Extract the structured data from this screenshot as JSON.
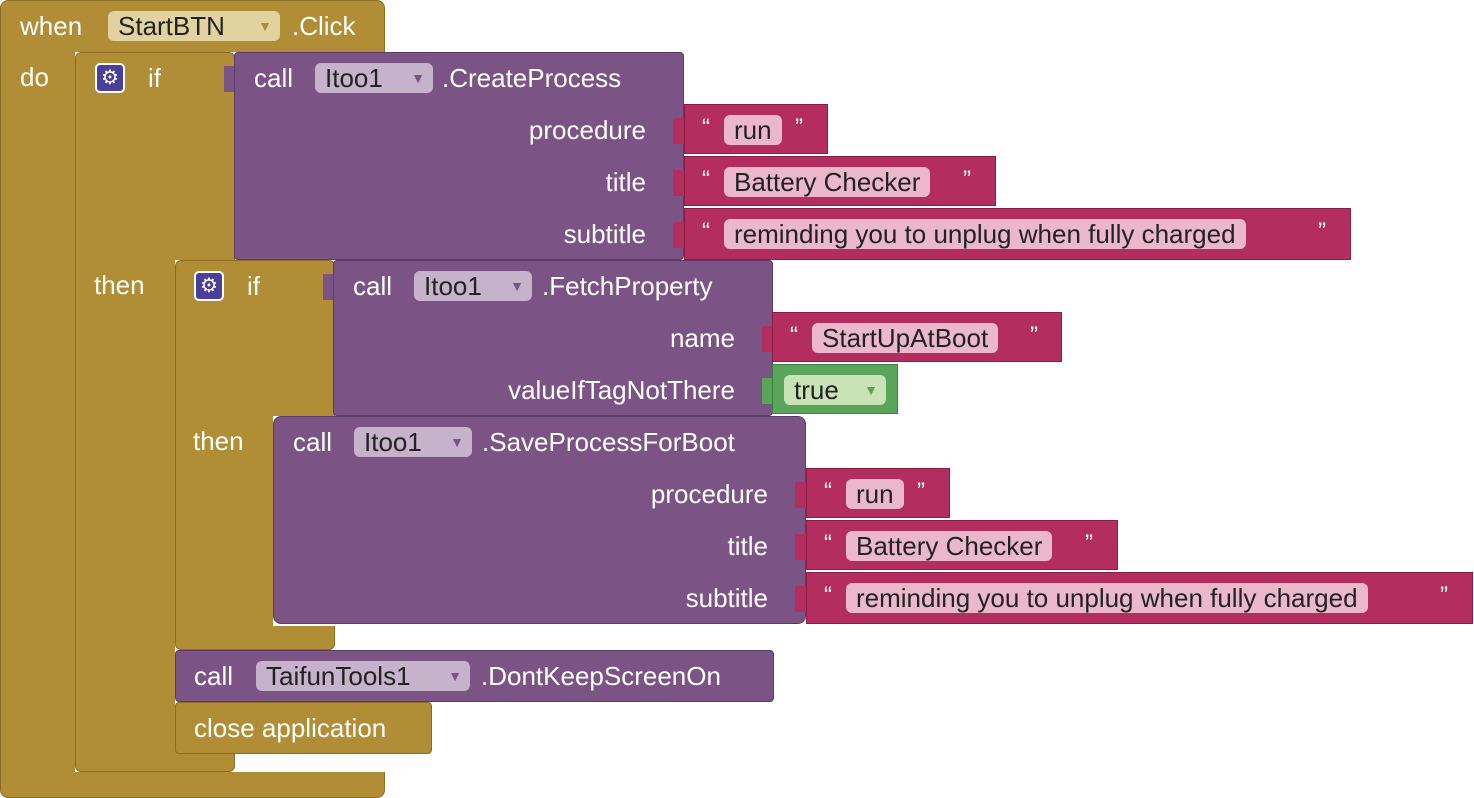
{
  "event": {
    "when": "when",
    "component": "StartBTN",
    "event_name": ".Click",
    "do": "do"
  },
  "if1": {
    "if": "if",
    "then": "then",
    "call": "call",
    "component": "Itoo1",
    "method": ".CreateProcess",
    "params": {
      "procedure_label": "procedure",
      "procedure_value": "run",
      "title_label": "title",
      "title_value": "Battery Checker",
      "subtitle_label": "subtitle",
      "subtitle_value": "reminding you to unplug when fully charged"
    }
  },
  "if2": {
    "if": "if",
    "then": "then",
    "call": "call",
    "component": "Itoo1",
    "method": ".FetchProperty",
    "name_label": "name",
    "name_value": "StartUpAtBoot",
    "value_label": "valueIfTagNotThere",
    "value_value": "true"
  },
  "save": {
    "call": "call",
    "component": "Itoo1",
    "method": ".SaveProcessForBoot",
    "procedure_label": "procedure",
    "procedure_value": "run",
    "title_label": "title",
    "title_value": "Battery Checker",
    "subtitle_label": "subtitle",
    "subtitle_value": "reminding you to unplug when fully charged"
  },
  "screen": {
    "call": "call",
    "component": "TaifunTools1",
    "method": ".DontKeepScreenOn"
  },
  "close": {
    "label": "close application"
  },
  "glyphs": {
    "open_quote": "“",
    "close_quote": "”",
    "dropdown_arrow": "▼",
    "gear": "⚙"
  },
  "colors": {
    "control": "#b18e35",
    "procedure_call": "#7c5385",
    "text": "#b32d5e",
    "logic": "#5ba55b",
    "mutator": "#4a3f99"
  }
}
